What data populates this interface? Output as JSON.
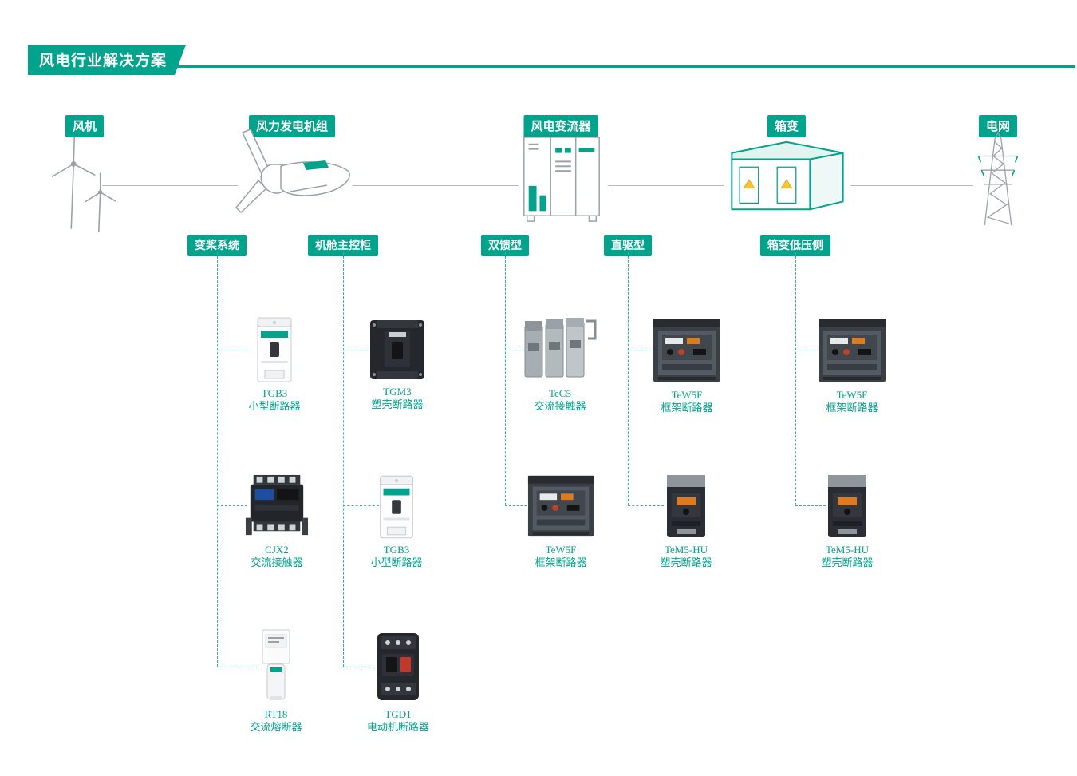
{
  "title": "风电行业解决方案",
  "colors": {
    "accent": "#00A38B",
    "dashed_connector": "#2fb5a0",
    "line_gray": "#b4babe"
  },
  "chain": [
    {
      "label": "风机",
      "icon": "wind-turbines-icon"
    },
    {
      "label": "风力发电机组",
      "icon": "nacelle-icon"
    },
    {
      "label": "风电变流器",
      "icon": "converter-cabinet-icon"
    },
    {
      "label": "箱变",
      "icon": "box-substation-icon"
    },
    {
      "label": "电网",
      "icon": "transmission-tower-icon"
    }
  ],
  "columns": [
    {
      "label": "变桨系统",
      "products": [
        {
          "model": "TGB3",
          "name": "小型断路器"
        },
        {
          "model": "CJX2",
          "name": "交流接触器"
        },
        {
          "model": "RT18",
          "name": "交流熔断器"
        }
      ]
    },
    {
      "label": "机舱主控柜",
      "products": [
        {
          "model": "TGM3",
          "name": "塑壳断路器"
        },
        {
          "model": "TGB3",
          "name": "小型断路器"
        },
        {
          "model": "TGD1",
          "name": "电动机断路器"
        }
      ]
    },
    {
      "label": "双馈型",
      "products": [
        {
          "model": "TeC5",
          "name": "交流接触器"
        },
        {
          "model": "TeW5F",
          "name": "框架断路器"
        }
      ]
    },
    {
      "label": "直驱型",
      "products": [
        {
          "model": "TeW5F",
          "name": "框架断路器"
        },
        {
          "model": "TeM5-HU",
          "name": "塑壳断路器"
        }
      ]
    },
    {
      "label": "箱变低压侧",
      "products": [
        {
          "model": "TeW5F",
          "name": "框架断路器"
        },
        {
          "model": "TeM5-HU",
          "name": "塑壳断路器"
        }
      ]
    }
  ]
}
